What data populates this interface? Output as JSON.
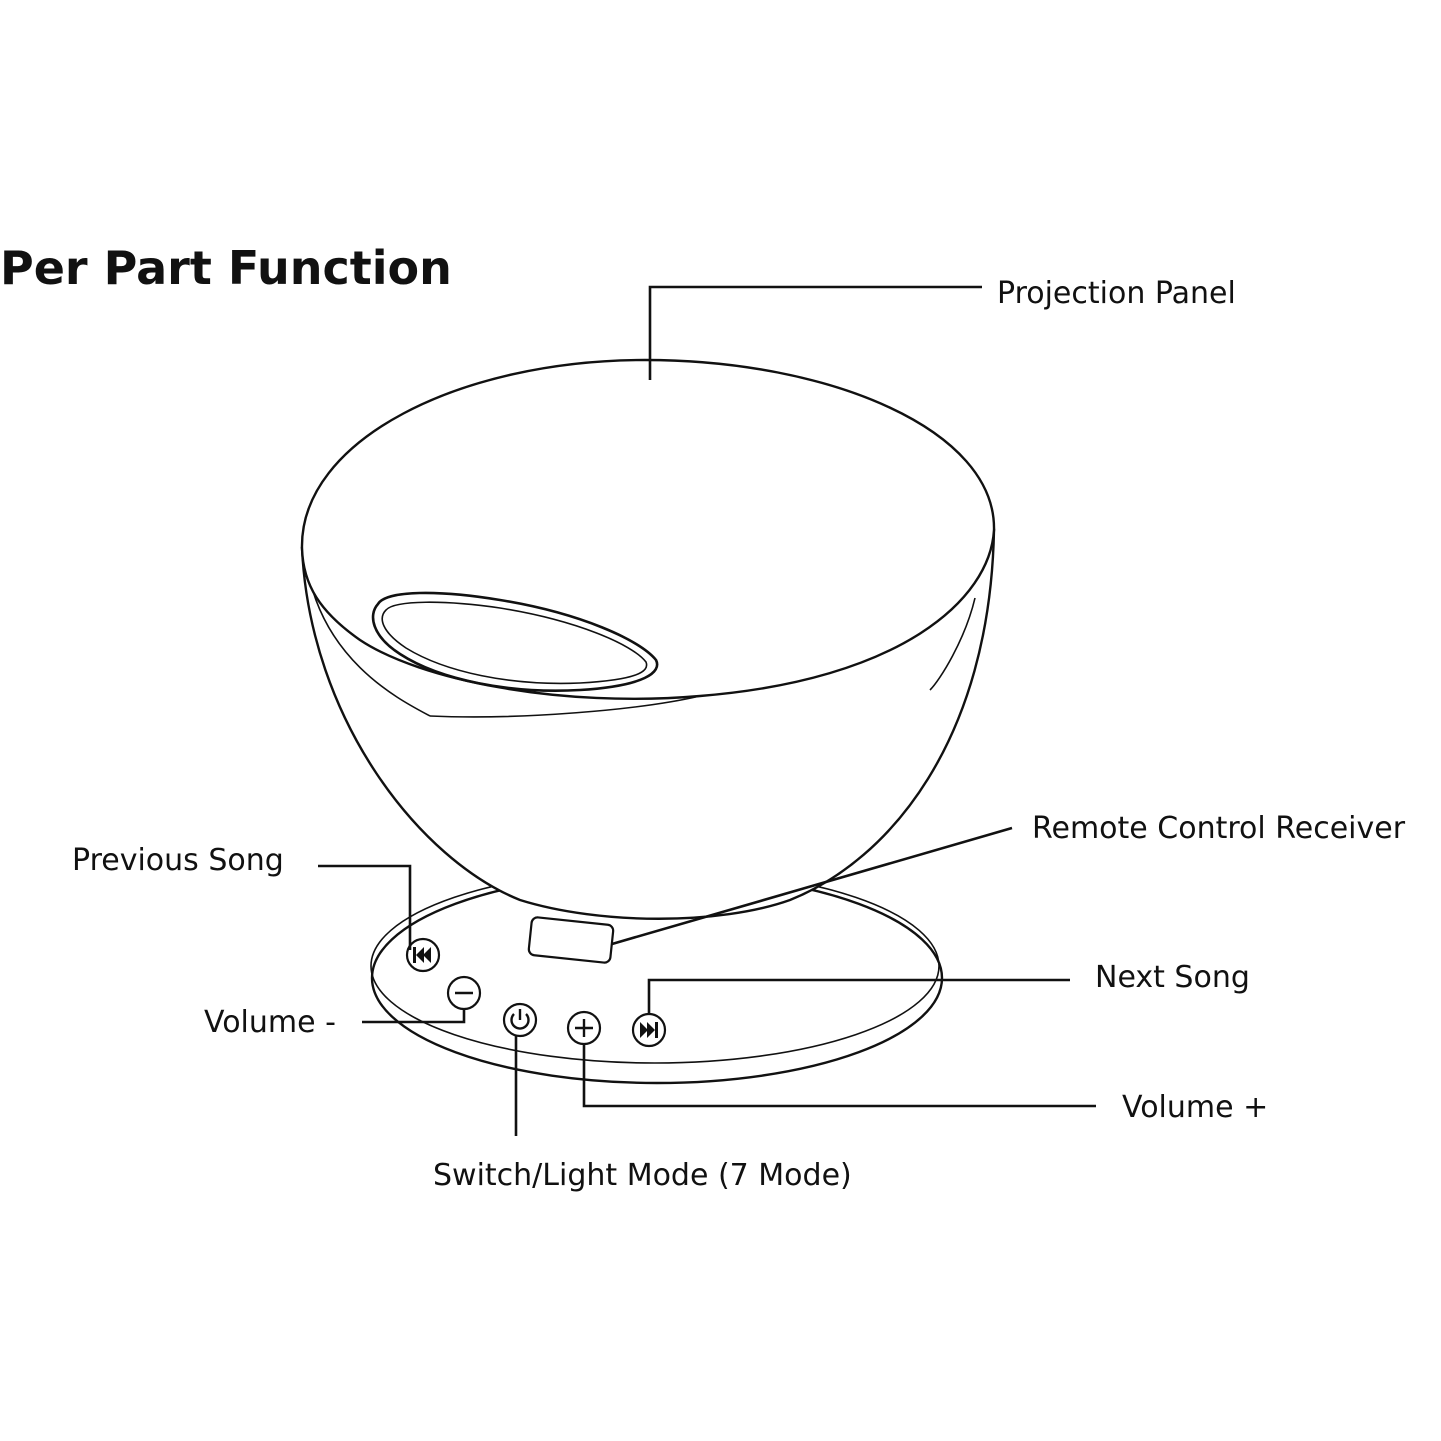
{
  "title": "Per Part Function",
  "labels": {
    "projection_panel": "Projection Panel",
    "remote_control_receiver": "Remote Control Receiver",
    "previous_song": "Previous Song",
    "next_song": "Next Song",
    "volume_minus": "Volume -",
    "volume_plus": "Volume +",
    "switch_light_mode": "Switch/Light Mode (7 Mode)"
  },
  "buttons": [
    {
      "name": "previous-song-button",
      "icon": "previous-track-icon"
    },
    {
      "name": "volume-down-button",
      "icon": "minus-icon"
    },
    {
      "name": "power-button",
      "icon": "power-icon"
    },
    {
      "name": "volume-up-button",
      "icon": "plus-icon"
    },
    {
      "name": "next-song-button",
      "icon": "next-track-icon"
    }
  ],
  "colors": {
    "line": "#111111",
    "background": "#ffffff"
  }
}
